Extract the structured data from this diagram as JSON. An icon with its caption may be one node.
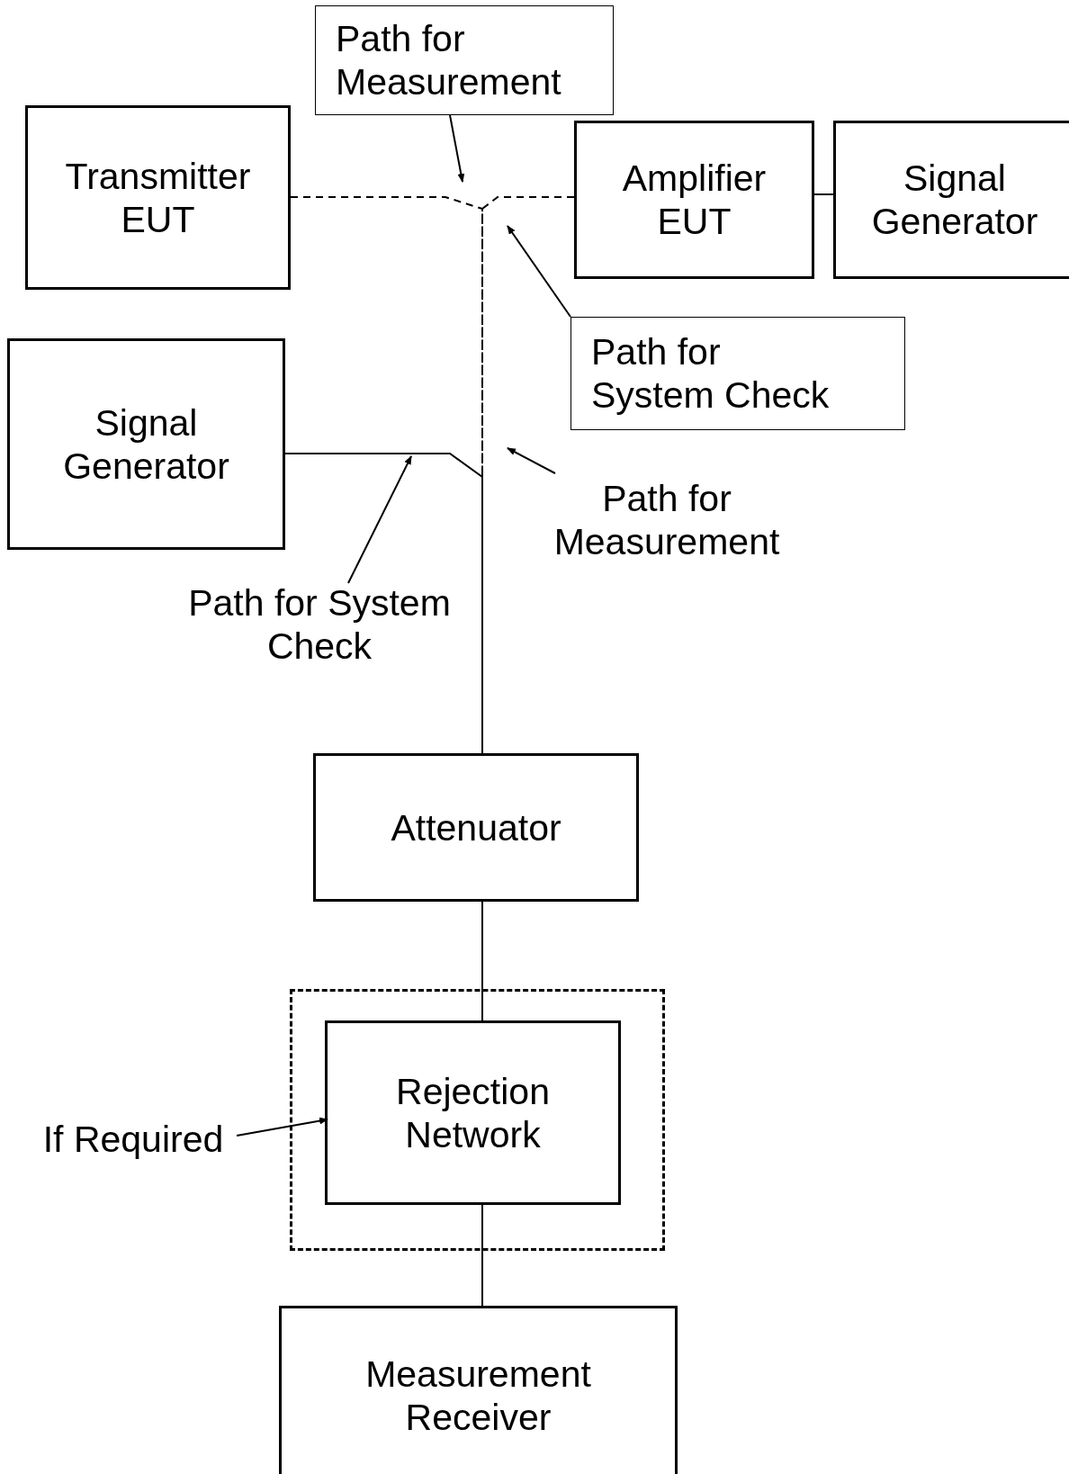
{
  "diagram": {
    "nodes": [
      {
        "text": [
          "Transmitter EUT"
        ]
      },
      {
        "text": [
          "Path for Measurement"
        ]
      },
      {
        "text": [
          "Amplifier EUT"
        ]
      },
      {
        "text": [
          "Signal Generator"
        ]
      },
      {
        "text": [
          "Path for System Check"
        ]
      },
      {
        "text": [
          "Signal Generator"
        ]
      },
      {
        "text": [
          "Path for Measurement"
        ]
      },
      {
        "text": [
          "Path for System Check"
        ]
      },
      {
        "text": [
          "Attenuator"
        ]
      },
      {
        "text": [],
        "shape": "box"
      },
      {
        "text": [
          "Rejection Network"
        ],
        "in": 9
      },
      {
        "text": [
          "If Required"
        ]
      },
      {
        "text": [
          "Measurement Receiver"
        ]
      }
    ],
    "edges": [
      {
        "from": 0,
        "to": 8,
        "arrow": "none",
        "style": "dashed"
      },
      {
        "from": 2,
        "to": 8,
        "arrow": "none",
        "style": "dashed"
      },
      {
        "from": 5,
        "to": 8,
        "arrow": "none"
      },
      {
        "from": 2,
        "to": 3,
        "arrow": "none"
      },
      {
        "from": 8,
        "to": 10,
        "arrow": "none"
      },
      {
        "from": 10,
        "to": 12,
        "arrow": "none"
      },
      {
        "from": 1,
        "to": null,
        "arrow": "to"
      },
      {
        "from": 4,
        "to": null,
        "arrow": "to"
      },
      {
        "from": 6,
        "to": null,
        "arrow": "to"
      },
      {
        "from": 7,
        "to": null,
        "arrow": "to"
      },
      {
        "from": 11,
        "to": 10,
        "arrow": "to"
      }
    ]
  }
}
